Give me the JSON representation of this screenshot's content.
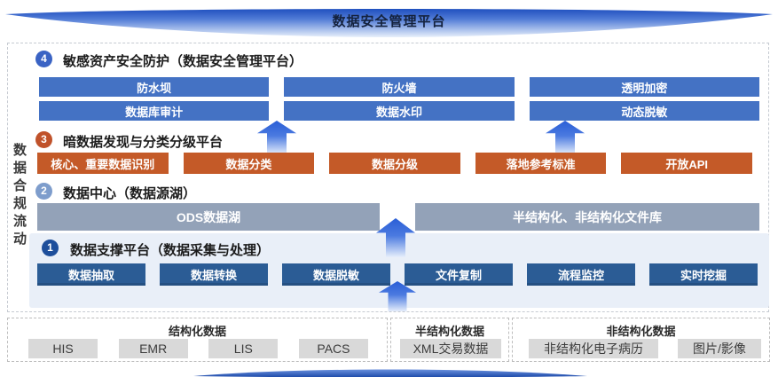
{
  "top_banner": {
    "title": "数据安全管理平台"
  },
  "left_label": {
    "text": "数据合规流动"
  },
  "s4": {
    "num": "4",
    "title": "敏感资产安全防护（数据安全管理平台）",
    "buttons": [
      "防水坝",
      "防火墙",
      "透明加密",
      "数据库审计",
      "数据水印",
      "动态脱敏"
    ]
  },
  "s3": {
    "num": "3",
    "title": "暗数据发现与分类分级平台",
    "buttons": [
      "核心、重要数据识别",
      "数据分类",
      "数据分级",
      "落地参考标准",
      "开放API"
    ]
  },
  "s2": {
    "num": "2",
    "title": "数据中心（数据源湖）",
    "bars": [
      "ODS数据湖",
      "半结构化、非结构化文件库"
    ]
  },
  "s1": {
    "num": "1",
    "title": "数据支撑平台（数据采集与处理）",
    "buttons": [
      "数据抽取",
      "数据转换",
      "数据脱敏",
      "文件复制",
      "流程监控",
      "实时挖掘"
    ]
  },
  "sources": {
    "structured": {
      "label": "结构化数据",
      "items": [
        "HIS",
        "EMR",
        "LIS",
        "PACS"
      ]
    },
    "semi": {
      "label": "半结构化数据",
      "items": [
        "XML交易数据"
      ]
    },
    "unstructured": {
      "label": "非结构化数据",
      "items": [
        "非结构化电子病历",
        "图片/影像"
      ]
    }
  },
  "colors": {
    "royal_blue_button": "#4472c4",
    "orange_button": "#c45a28",
    "navy_button": "#2b5c95",
    "steel_gray_bar": "#93a2b8",
    "arrow_blue": "#2a5ed6",
    "panel_light_blue": "#e9eff8",
    "chip_gray": "#d9d9d9",
    "banner_blue_dark": "#2050bf"
  }
}
